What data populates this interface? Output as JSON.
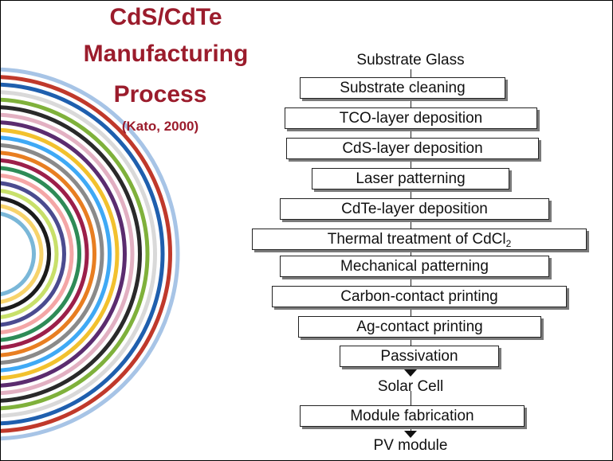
{
  "title": {
    "line1": "CdS/CdTe",
    "line2": "Manufacturing",
    "line3": "Process",
    "citation": "(Kato, 2000)"
  },
  "flowchart": {
    "start": "Substrate Glass",
    "steps": [
      "Substrate cleaning",
      "TCO-layer deposition",
      "CdS-layer deposition",
      "Laser patterning",
      "CdTe-layer deposition",
      "Thermal treatment of CdCl",
      "Mechanical patterning",
      "Carbon-contact printing",
      "Ag-contact printing",
      "Passivation"
    ],
    "thermal_subscript": "2",
    "intermediate": "Solar Cell",
    "module_step": "Module fabrication",
    "end": "PV module"
  },
  "colors": {
    "title": "#9b1c2c",
    "rings": [
      "#a7c4e6",
      "#c0392b",
      "#1f5fae",
      "#d9d9d9",
      "#7fb13b",
      "#2a2a2a",
      "#e2b0c2",
      "#5b2c6f",
      "#f2c12e",
      "#3fa9f5",
      "#8a8a8a",
      "#e87e21",
      "#9c1f4a",
      "#2e8b57",
      "#f4a6a6",
      "#4b4b8f",
      "#c8e06a",
      "#1b1b1b",
      "#f7d36b",
      "#7ab7d8"
    ]
  }
}
